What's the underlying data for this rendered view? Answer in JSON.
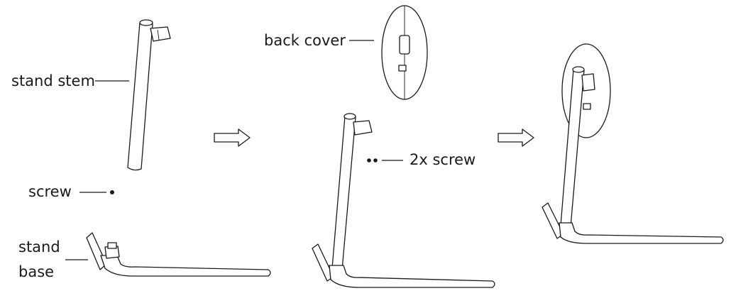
{
  "labels": {
    "stand_stem": "stand stem",
    "screw": "screw",
    "stand_base_line1": "stand",
    "stand_base_line2": "base",
    "back_cover": "back cover",
    "two_screws": "2x screw"
  },
  "steps": 3,
  "colors": {
    "line": "#1a1a1a",
    "background": "#ffffff"
  }
}
